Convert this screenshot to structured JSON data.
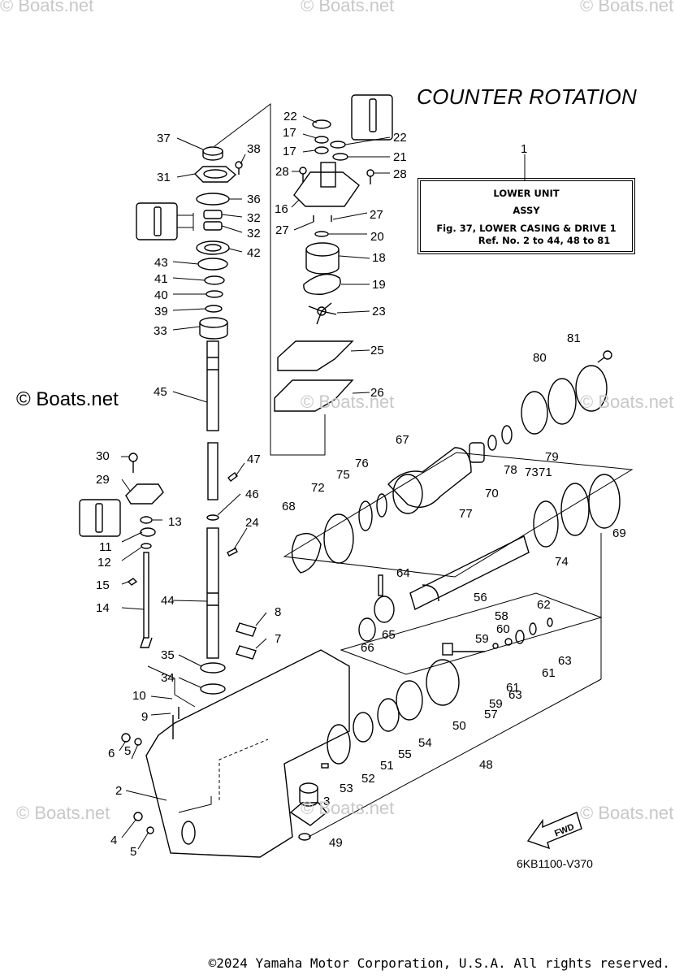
{
  "heading": "COUNTER ROTATION",
  "info_box": {
    "ref_number": "1",
    "line1": "LOWER UNIT",
    "line2": "ASSY",
    "line3": "Fig. 37, LOWER CASING & DRIVE 1",
    "line4": "Ref. No. 2 to 44, 48 to 81"
  },
  "drawing_code": "6KB1100-V370",
  "fwd_label": "FWD",
  "watermark": "© Boats.net",
  "copyright": "©2024 Yamaha Motor Corporation, U.S.A. All rights reserved.",
  "part_labels": [
    "2",
    "3",
    "4",
    "5",
    "5",
    "6",
    "7",
    "8",
    "9",
    "10",
    "11",
    "12",
    "13",
    "14",
    "15",
    "16",
    "17",
    "17",
    "18",
    "19",
    "20",
    "21",
    "22",
    "22",
    "23",
    "24",
    "25",
    "26",
    "27",
    "27",
    "28",
    "28",
    "29",
    "30",
    "31",
    "32",
    "32",
    "33",
    "34",
    "35",
    "36",
    "37",
    "38",
    "39",
    "40",
    "41",
    "42",
    "43",
    "44",
    "45",
    "46",
    "47",
    "48",
    "49",
    "50",
    "51",
    "52",
    "53",
    "54",
    "55",
    "56",
    "57",
    "58",
    "59",
    "59",
    "60",
    "61",
    "61",
    "62",
    "63",
    "63",
    "64",
    "65",
    "66",
    "67",
    "68",
    "69",
    "70",
    "71",
    "72",
    "73",
    "74",
    "75",
    "76",
    "77",
    "78",
    "79",
    "80",
    "81"
  ]
}
